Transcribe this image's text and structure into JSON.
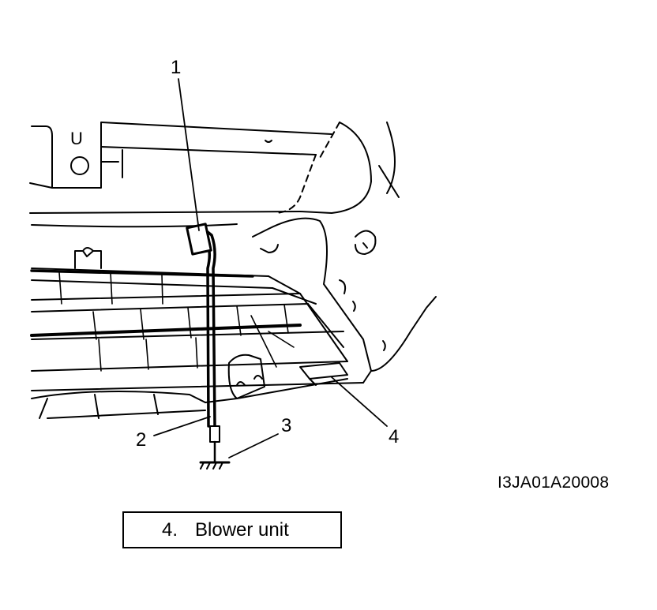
{
  "callouts": {
    "one": "1",
    "two": "2",
    "three": "3",
    "four": "4"
  },
  "illustration": {
    "housing_mark": "U"
  },
  "figure_id": "I3JA01A20008",
  "legend": {
    "number": "4.",
    "label": "Blower unit"
  }
}
